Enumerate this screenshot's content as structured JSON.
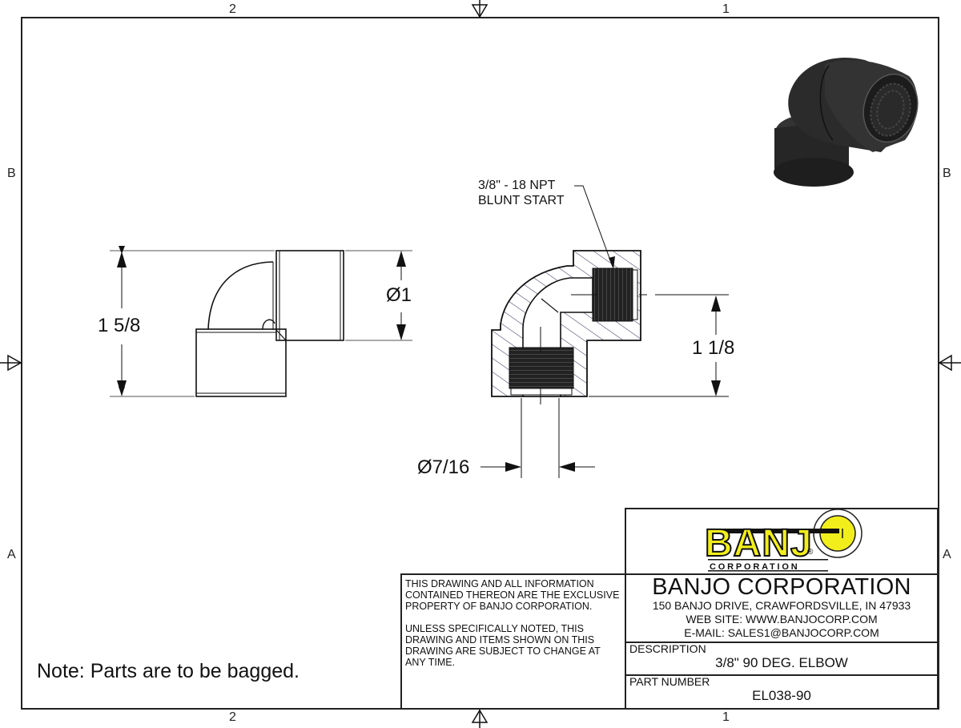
{
  "sheet": {
    "zones_top": [
      "2",
      "1"
    ],
    "zones_bottom": [
      "2",
      "1"
    ],
    "zones_left": [
      "B",
      "A"
    ],
    "zones_right": [
      "B",
      "A"
    ]
  },
  "views": {
    "side_view": {
      "overall_height_dim": "1 5/8",
      "diameter_dim": "Ø1"
    },
    "section_view": {
      "thread_callout_line1": "3/8\" - 18 NPT",
      "thread_callout_line2": "BLUNT START",
      "center_height_dim": "1 1/8",
      "bore_diameter_dim": "Ø7/16"
    },
    "iso_view": {
      "icon": "elbow-3d-render"
    }
  },
  "note": "Note: Parts are to be bagged.",
  "title_block": {
    "logo": {
      "brand": "BANJO",
      "tagline": "CORPORATION",
      "registered": "®",
      "colors": {
        "yellow": "#f2ee1c",
        "black": "#111111"
      }
    },
    "disclaimer_p1": "THIS DRAWING AND ALL INFORMATION CONTAINED THEREON ARE THE EXCLUSIVE PROPERTY OF BANJO CORPORATION.",
    "disclaimer_p2": "UNLESS SPECIFICALLY NOTED, THIS DRAWING AND ITEMS SHOWN ON THIS DRAWING ARE SUBJECT TO CHANGE AT ANY TIME.",
    "company_name": "BANJO CORPORATION",
    "address": "150 BANJO DRIVE, CRAWFORDSVILLE, IN 47933",
    "website": "WEB SITE: WWW.BANJOCORP.COM",
    "email": "E-MAIL: SALES1@BANJOCORP.COM",
    "description_label": "DESCRIPTION",
    "description_value": "3/8\" 90 DEG. ELBOW",
    "part_number_label": "PART NUMBER",
    "part_number_value": "EL038-90"
  }
}
